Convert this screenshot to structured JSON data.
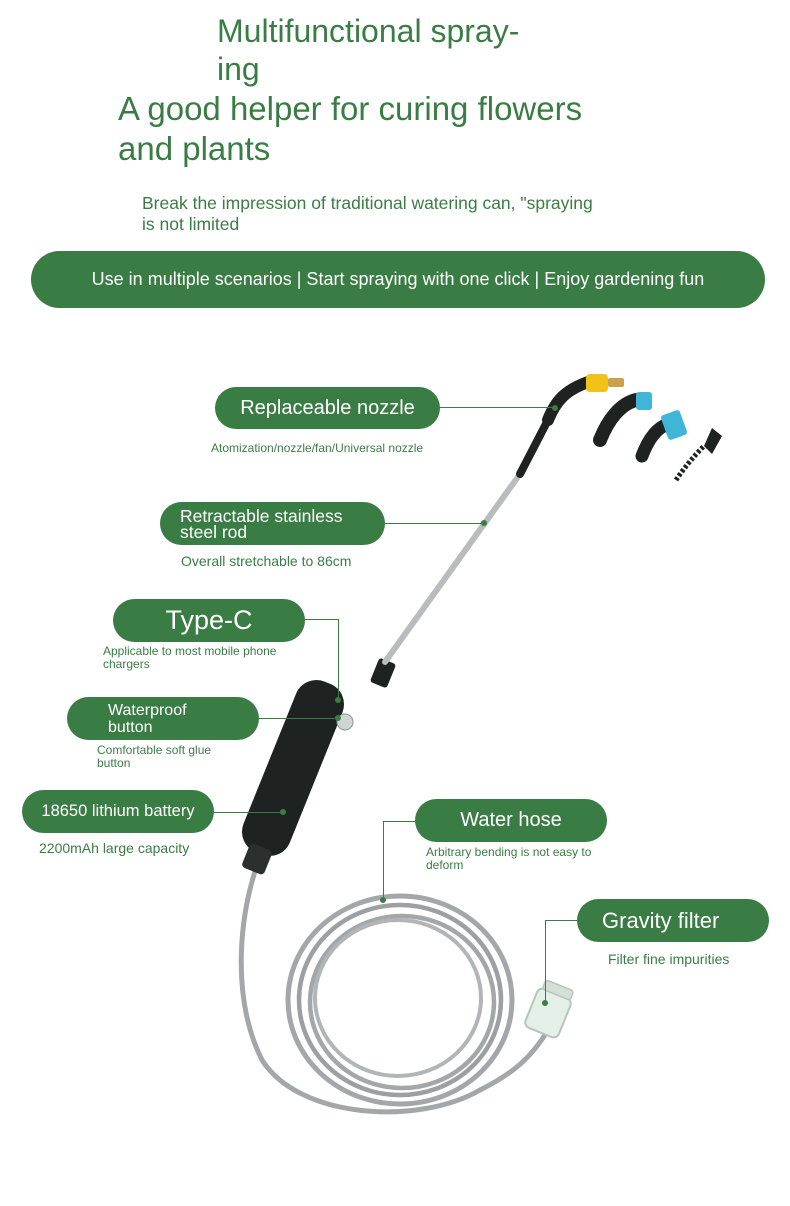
{
  "header": {
    "title_line1": "Multifunctional spray-",
    "title_line1b": "ing",
    "title_line2": "A good helper for curing flowers",
    "title_line2b": "and plants",
    "subtitle_line1": "Break the impression of traditional watering can, \"spraying",
    "subtitle_line2": "is not limited"
  },
  "banner": {
    "text": "Use in multiple scenarios | Start spraying with one click | Enjoy gardening fun"
  },
  "features": {
    "nozzle": {
      "label": "Replaceable nozzle",
      "desc": "Atomization/nozzle/fan/Universal nozzle"
    },
    "rod": {
      "label_line1": "Retractable stainless",
      "label_line2": "steel rod",
      "desc": "Overall stretchable to 86cm"
    },
    "typec": {
      "label": "Type-C",
      "desc_line1": "Applicable to most mobile phone",
      "desc_line2": "chargers"
    },
    "button": {
      "label_line1": "Waterproof",
      "label_line2": "button",
      "desc_line1": "Comfortable soft glue",
      "desc_line2": "button"
    },
    "battery": {
      "label": "18650 lithium battery",
      "desc": "2200mAh large capacity"
    },
    "hose": {
      "label": "Water hose",
      "desc_line1": "Arbitrary bending is not easy to",
      "desc_line2": "deform"
    },
    "filter": {
      "label": "Gravity filter",
      "desc": "Filter fine impurities"
    }
  },
  "colors": {
    "brand_green": "#3a7d44",
    "background": "#ffffff",
    "handle": "#1e2321",
    "rod": "#b8bcbf",
    "hose": "#a4a7aa",
    "nozzle_yellow": "#f2c21a",
    "brush_blue": "#3fb6d8"
  }
}
